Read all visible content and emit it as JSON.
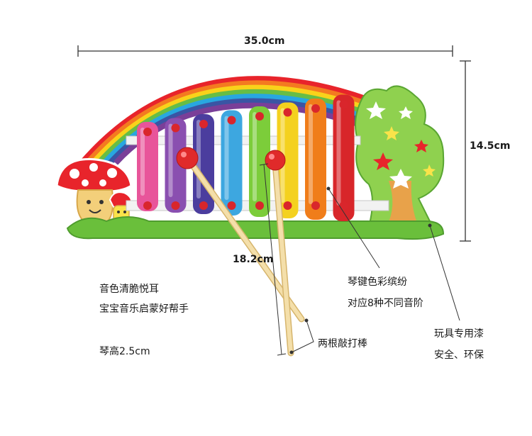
{
  "dimensions": {
    "width": "35.0cm",
    "height": "14.5cm",
    "mallet_length": "18.2cm"
  },
  "callouts": {
    "tone_line1": "音色清脆悦耳",
    "tone_line2": "宝宝音乐启蒙好帮手",
    "key_line1": "琴键色彩缤纷",
    "key_line2": "对应8种不同音阶",
    "height_note": "琴高2.5cm",
    "mallets": "两根敲打棒",
    "paint_line1": "玩具专用漆",
    "paint_line2": "安全、环保"
  },
  "bars": {
    "count": 8,
    "colors": [
      "#e8559a",
      "#8a4fb0",
      "#4b3d9e",
      "#3da7e0",
      "#7ccd3a",
      "#f4d11f",
      "#f07d1a",
      "#d8262a"
    ]
  },
  "colors": {
    "rainbow": [
      "#e8242b",
      "#f47a20",
      "#f9d21a",
      "#67bd45",
      "#28a7e0",
      "#3a55a4",
      "#7a3f98"
    ],
    "base_green": "#6abf3b",
    "tree_green": "#8fd14f",
    "peg_red": "#d9262c",
    "mallet_wood": "#f2d9a0",
    "mallet_head": "#e02a2a"
  }
}
